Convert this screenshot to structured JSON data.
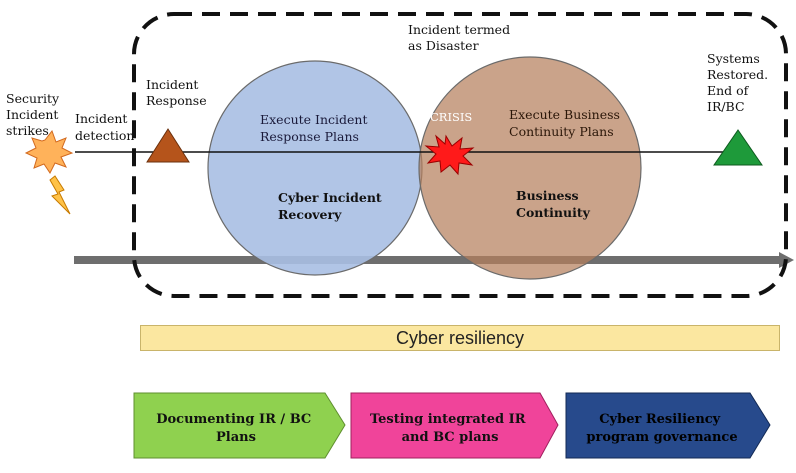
{
  "labels": {
    "security_incident": [
      "Security",
      "Incident",
      "strikes"
    ],
    "incident_detection": [
      "Incident",
      "detection"
    ],
    "incident_response": [
      "Incident",
      "Response"
    ],
    "incident_termed": [
      "Incident termed",
      "as Disaster"
    ],
    "systems_restored": [
      "Systems",
      "Restored.",
      "End of",
      "IR/BC"
    ],
    "execute_ir": [
      "Execute Incident",
      "Response Plans"
    ],
    "execute_bc": [
      "Execute Business",
      "Continuity Plans"
    ],
    "crisis": "CRISIS",
    "cyber_incident_recovery": [
      "Cyber Incident",
      "Recovery"
    ],
    "business_continuity": [
      "Business",
      "Continuity"
    ]
  },
  "resiliency_bar": "Cyber resiliency",
  "steps": [
    {
      "lines": [
        "Documenting IR / BC",
        "Plans"
      ],
      "color": "#8fd14f"
    },
    {
      "lines": [
        "Testing integrated IR",
        "and BC plans"
      ],
      "color": "#f0449a"
    },
    {
      "lines": [
        "Cyber Resiliency",
        "program governance"
      ],
      "color": "#274a8c"
    }
  ],
  "colors": {
    "ir_circle": "#a8bfe3",
    "bc_circle": "#b57f5d",
    "ir_triangle": "#b5541b",
    "end_triangle": "#1e9a3a",
    "timeline": "#6e6e6e",
    "burst": "#ff1a1a"
  }
}
